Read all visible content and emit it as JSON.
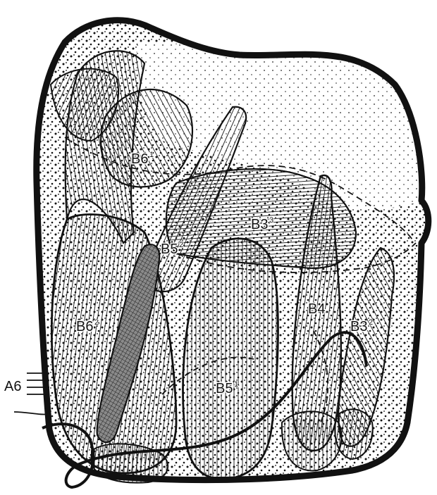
{
  "labels": {
    "b6_1": {
      "base": "B6",
      "sup": "1"
    },
    "b6_2": {
      "base": "B6",
      "sup": "2"
    },
    "b5_1": {
      "base": "B5",
      "sup": "1"
    },
    "b5_2": {
      "base": "B5",
      "sup": "2"
    },
    "b3_3": {
      "base": "B3",
      "sup": "3"
    },
    "b3_2": {
      "base": "B3",
      "sup": "2"
    },
    "b4": {
      "base": "B4",
      "sup": ""
    },
    "a6": {
      "base": "A6",
      "sup": ""
    }
  },
  "colors": {
    "ink": "#111111",
    "paper": "#ffffff",
    "cut_shading": "#6b6b6b"
  }
}
